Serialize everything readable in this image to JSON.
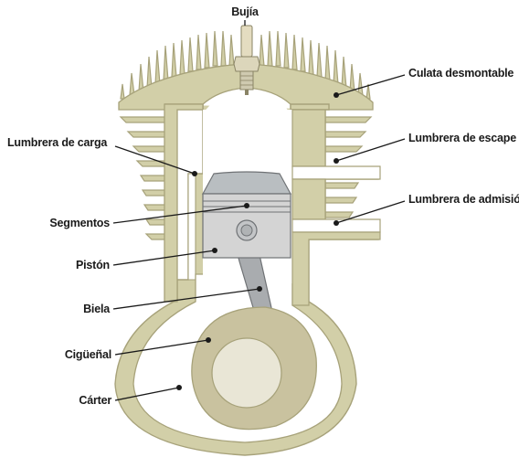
{
  "labels": {
    "spark_plug": "Bujía",
    "cylinder_head": "Culata desmontable",
    "transfer_port": "Lumbrera de carga",
    "exhaust_port": "Lumbrera de escape",
    "intake_port": "Lumbrera de admisión",
    "rings": "Segmentos",
    "piston": "Pistón",
    "connecting_rod": "Biela",
    "crankshaft": "Cigüeñal",
    "crankcase": "Cárter"
  },
  "colors": {
    "casing_fill": "#d2cfa8",
    "casing_stroke": "#a7a27a",
    "interior": "#ffffff",
    "crank_web": "#c9c29f",
    "crank_hub": "#e9e6d6",
    "piston_body": "#d4d4d4",
    "piston_crown": "#b9bec1",
    "rod": "#a9acaf",
    "metal_stroke": "#6f7275",
    "leader": "#1a1a1a"
  }
}
